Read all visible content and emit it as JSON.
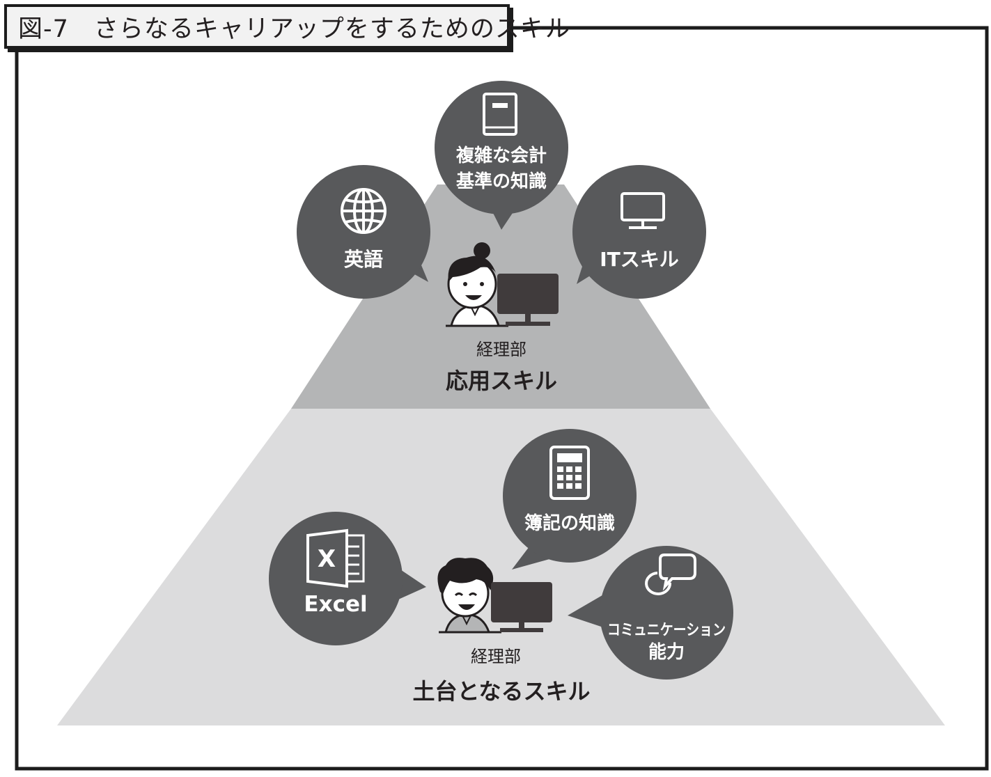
{
  "figure": {
    "title": "図-7　さらなるキャリアップをするためのスキル"
  },
  "upper_tier": {
    "label": "応用スキル",
    "person_label": "経理部",
    "bubbles": [
      {
        "id": "english",
        "label": "英語",
        "icon": "globe-icon"
      },
      {
        "id": "accounting-standards",
        "label_line1": "複雑な会計",
        "label_line2": "基準の知識",
        "icon": "book-icon"
      },
      {
        "id": "it-skills",
        "label": "ITスキル",
        "icon": "monitor-icon"
      }
    ]
  },
  "lower_tier": {
    "label": "土台となるスキル",
    "person_label": "経理部",
    "bubbles": [
      {
        "id": "excel",
        "label": "Excel",
        "icon": "excel-icon",
        "icon_letter": "X"
      },
      {
        "id": "bookkeeping",
        "label": "簿記の知識",
        "icon": "calculator-icon"
      },
      {
        "id": "communication",
        "label_line1": "コミュニケーション",
        "label_line2": "能力",
        "icon": "speech-bubbles-icon"
      }
    ]
  },
  "colors": {
    "bubble": "#58595b",
    "upper_tier": "#b4b5b6",
    "lower_tier": "#dcdcdd",
    "border": "#1c1c1c",
    "text_dark": "#231f20",
    "text_light": "#ffffff"
  }
}
